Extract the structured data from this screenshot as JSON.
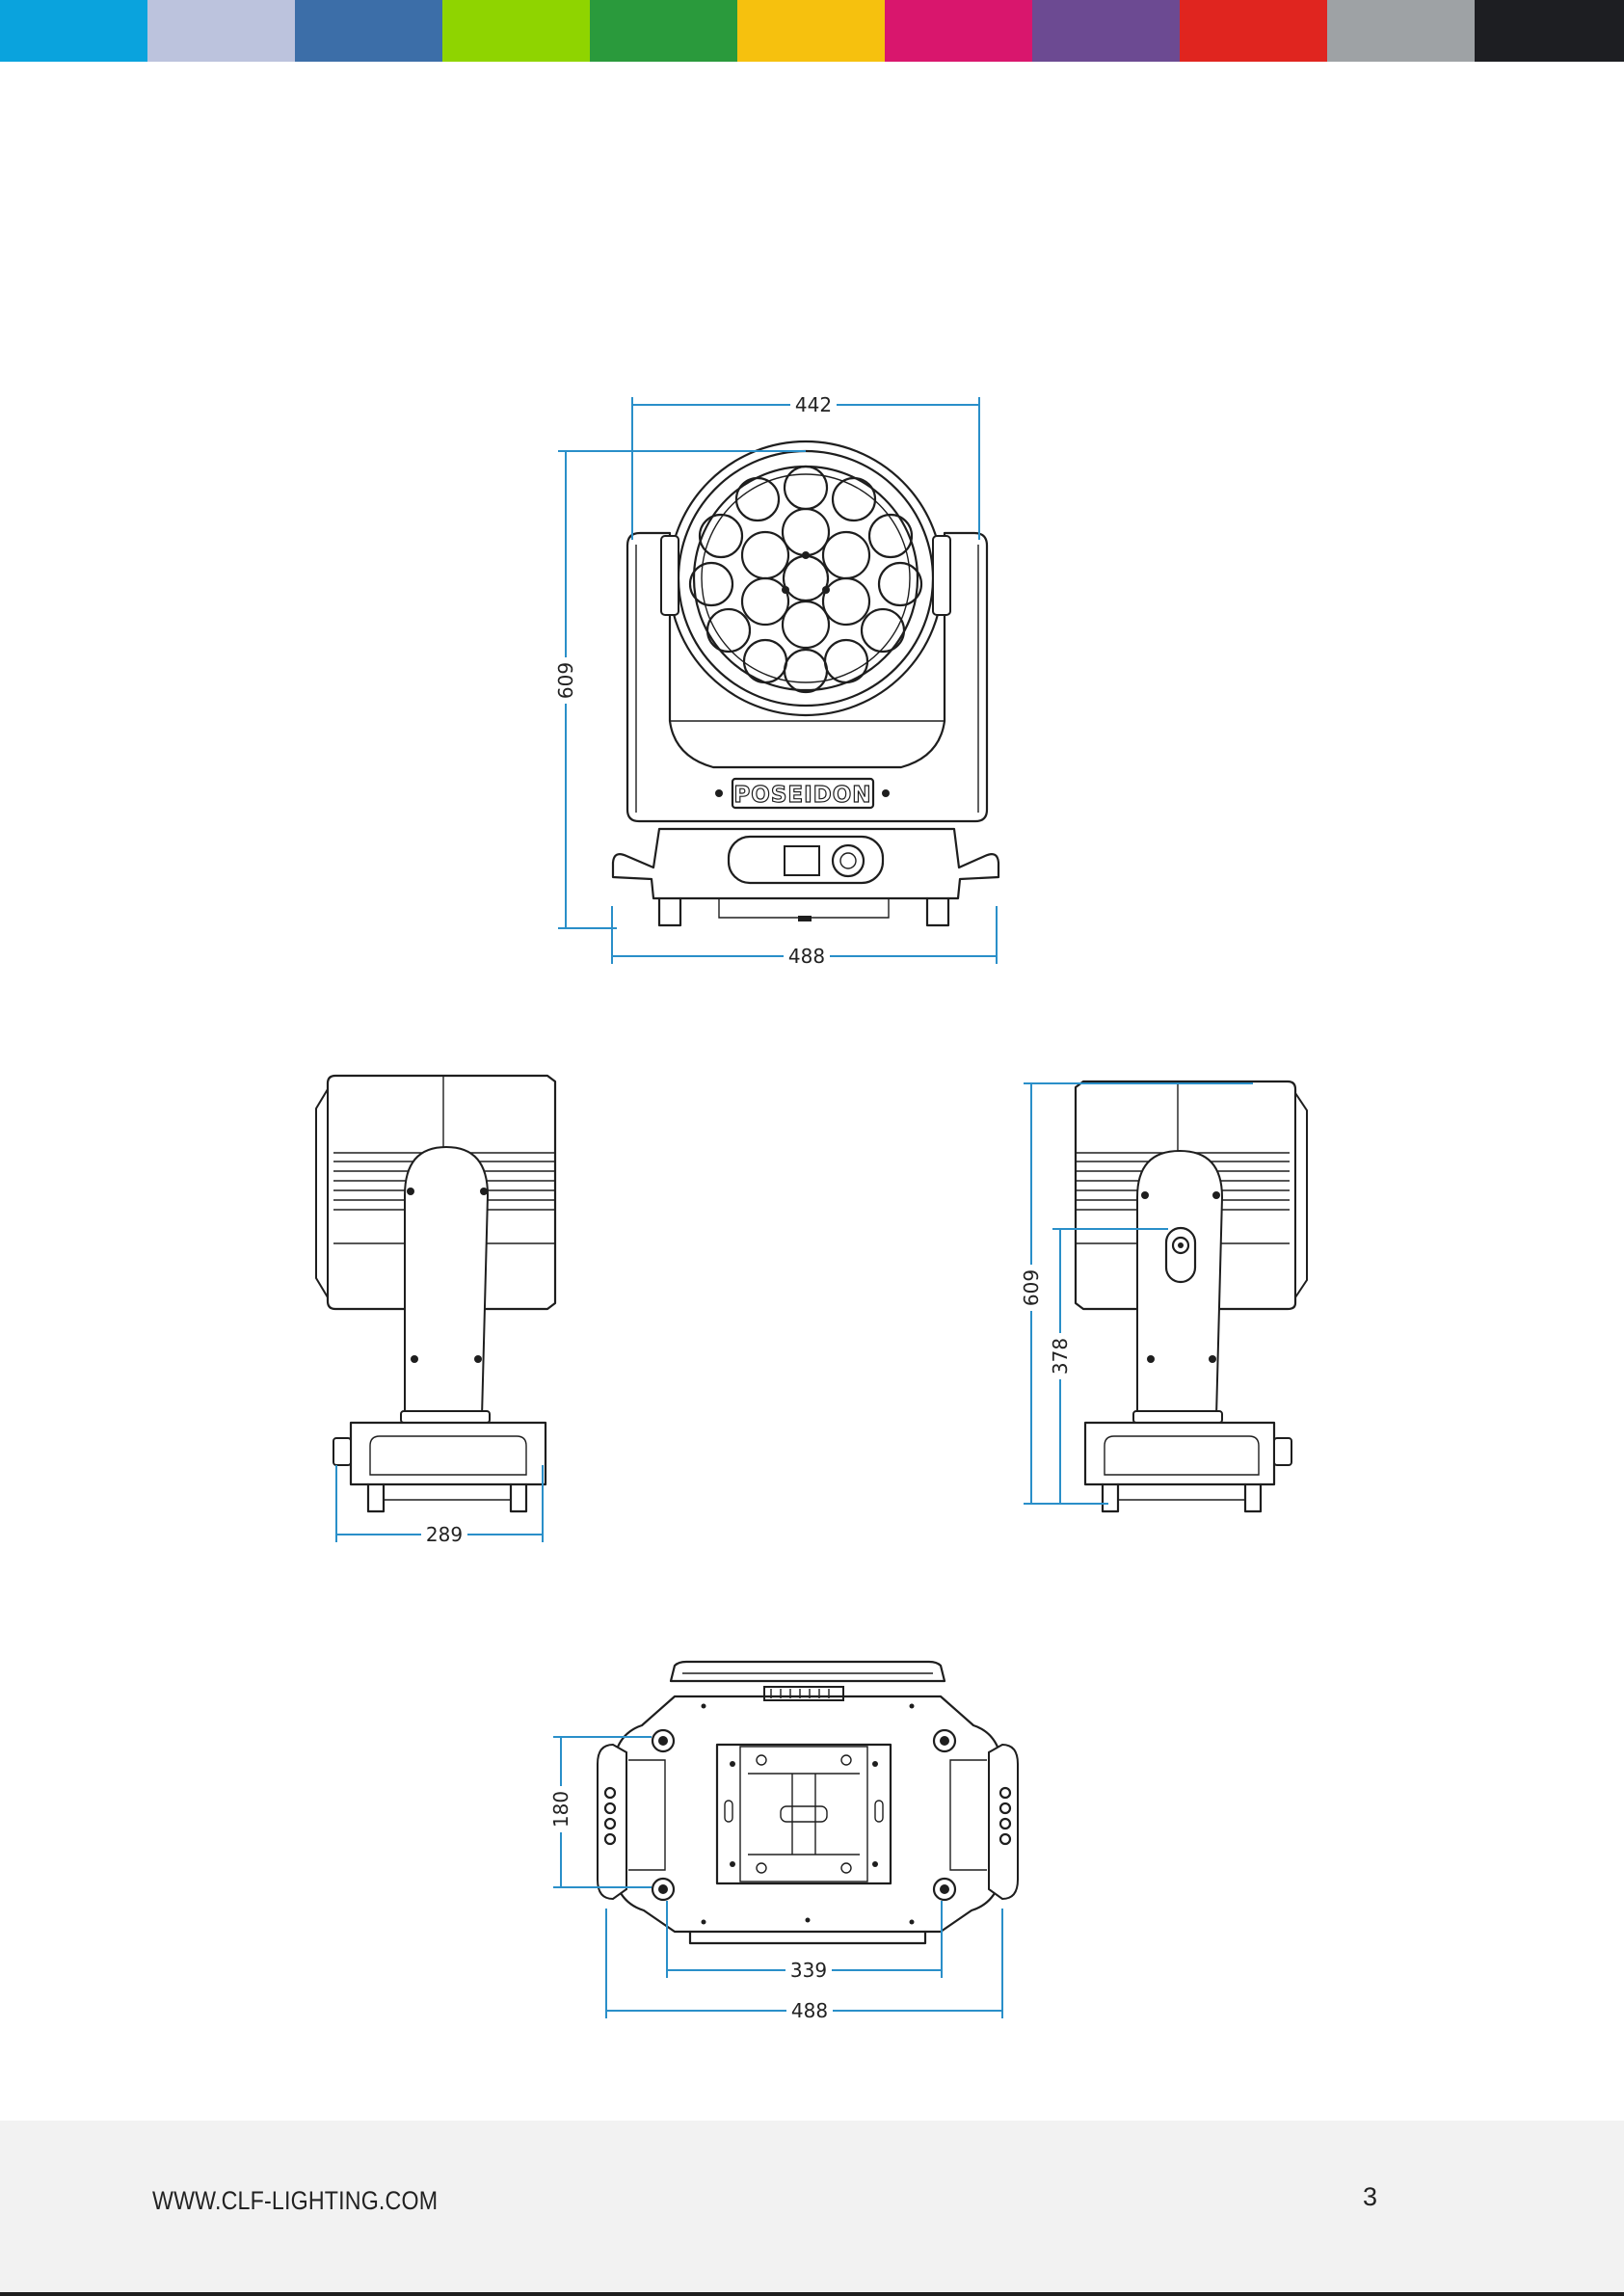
{
  "color_bar": {
    "colors": [
      "#0aa3dd",
      "#bcc3dd",
      "#3c6ea8",
      "#8fd400",
      "#2a9a3c",
      "#f6c10e",
      "#d9166d",
      "#6c4a92",
      "#e0251f",
      "#9ea2a5",
      "#1d1e22"
    ]
  },
  "front_view": {
    "brand_label": "POSEIDON",
    "dim_width_head": "442",
    "dim_height": "609",
    "dim_width_base": "488"
  },
  "left_side_view": {
    "dim_depth": "289"
  },
  "right_side_view": {
    "dim_height": "609",
    "dim_tilt_axis": "378"
  },
  "bottom_view": {
    "dim_hole_spacing_y": "180",
    "dim_hole_spacing_x": "339",
    "dim_width": "488"
  },
  "footer": {
    "url": "WWW.CLF-LIGHTING.COM",
    "page_number": "3"
  },
  "colors": {
    "dimension": "#2a8fc9",
    "ink": "#1e1e1e",
    "footer_bg": "#f2f2f2"
  }
}
